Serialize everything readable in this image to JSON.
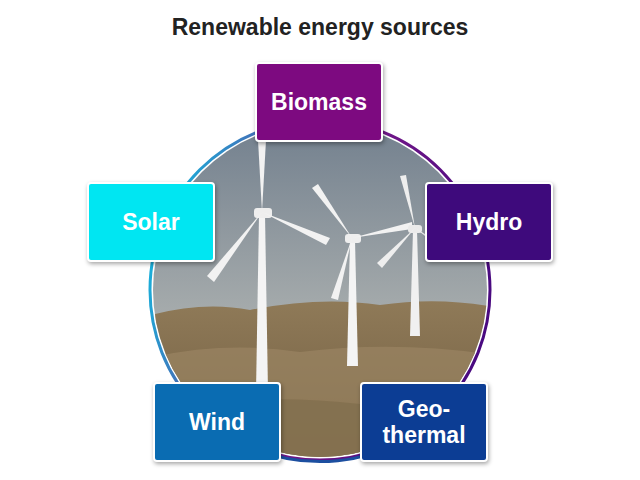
{
  "diagram": {
    "title": "Renewable energy sources",
    "nodes": [
      {
        "text": [
          "Biomass"
        ]
      },
      {
        "text": [
          "Solar"
        ]
      },
      {
        "text": [
          "Hydro"
        ]
      },
      {
        "text": [
          "Wind"
        ]
      },
      {
        "text": [
          "Geo- thermal"
        ]
      }
    ]
  }
}
